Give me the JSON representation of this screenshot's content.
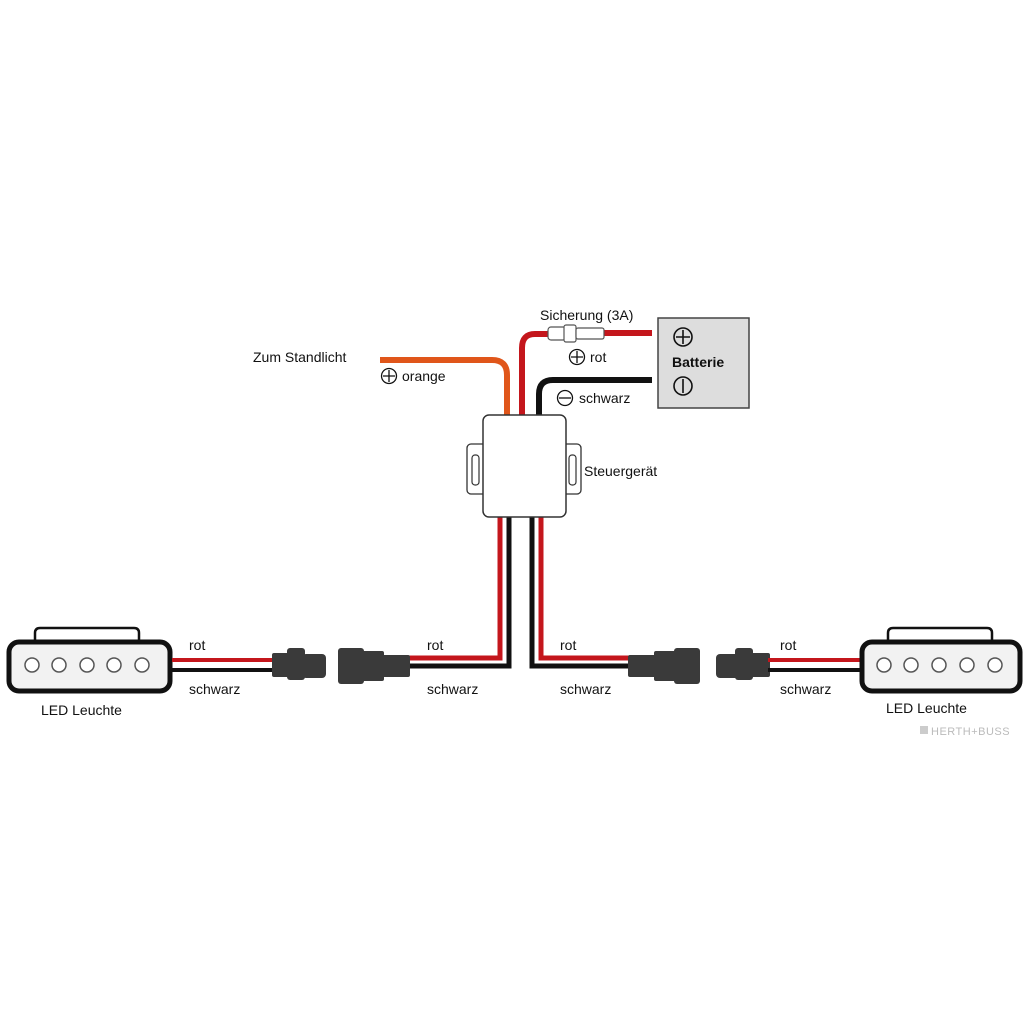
{
  "labels": {
    "standlicht": "Zum Standlicht",
    "orange": "orange",
    "sicherung": "Sicherung (3A)",
    "rot_top": "rot",
    "schwarz_top": "schwarz",
    "batterie": "Batterie",
    "steuergeraet": "Steuergerät",
    "rot": "rot",
    "schwarz": "schwarz",
    "led_left": "LED Leuchte",
    "led_right": "LED Leuchte",
    "watermark": "HERTH+BUSS"
  },
  "colors": {
    "red": "#c4161c",
    "orange": "#e0561a",
    "black": "#111111",
    "connector": "#3a3a3a",
    "battery": "#dddddd"
  }
}
